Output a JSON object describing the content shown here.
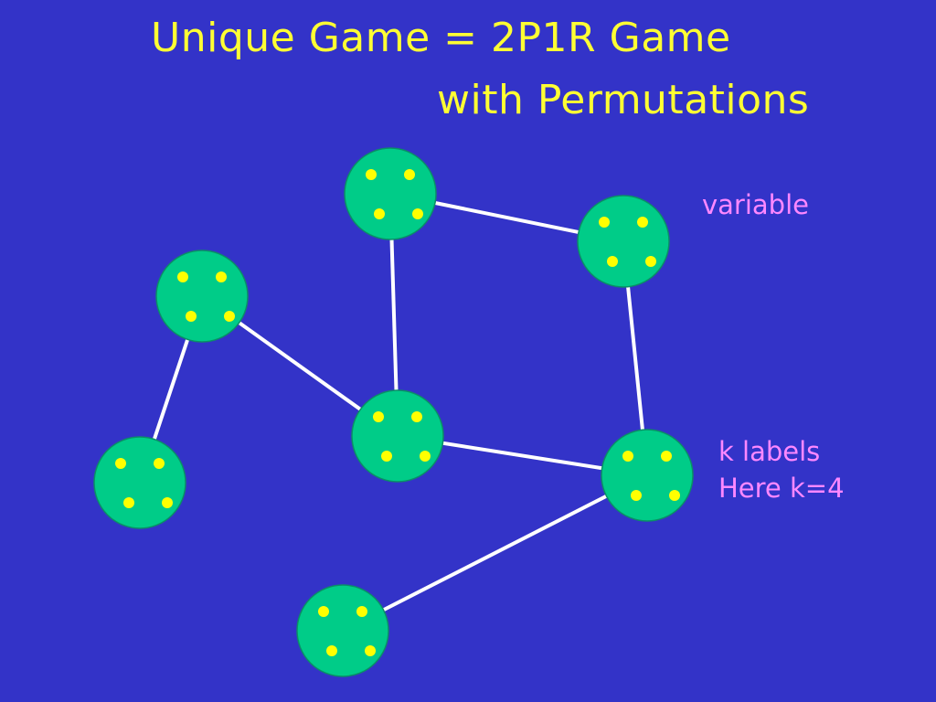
{
  "title": {
    "line1": "Unique Game = 2P1R Game",
    "line2": "with Permutations"
  },
  "labels": {
    "variable": "variable",
    "k_labels": "k  labels",
    "k_value": "Here k=4"
  },
  "colors": {
    "background": "#3333c8",
    "node_fill": "#00cc88",
    "node_stroke": "#0a8f66",
    "label_dot": "#ffff00",
    "edge": "#ffffff",
    "title": "#ffff33",
    "annotation": "#ff88ff"
  },
  "graph": {
    "labels_per_node": 4,
    "nodes": [
      "n1",
      "n2",
      "n3",
      "n4",
      "n5",
      "n6",
      "n7"
    ],
    "edges": [
      [
        "n1",
        "n2"
      ],
      [
        "n1",
        "n4"
      ],
      [
        "n2",
        "n5"
      ],
      [
        "n3",
        "n4"
      ],
      [
        "n3",
        "n6"
      ],
      [
        "n4",
        "n5"
      ],
      [
        "n5",
        "n7"
      ]
    ]
  }
}
